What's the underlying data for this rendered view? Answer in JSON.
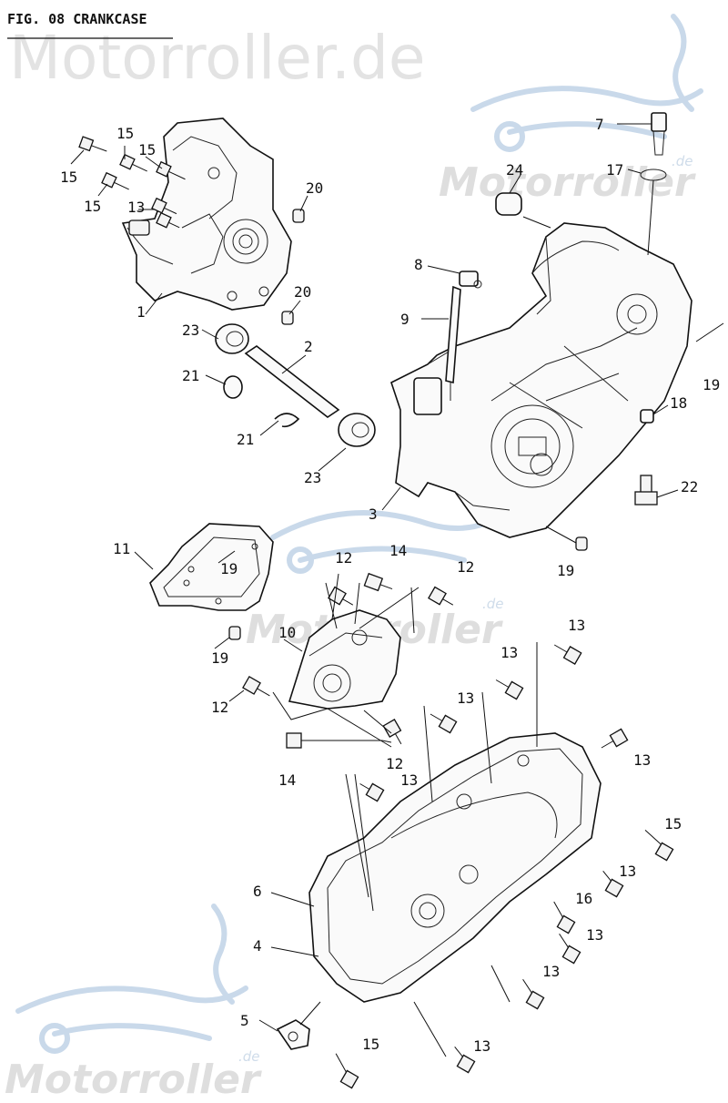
{
  "title": "FIG. 08 CRANKCASE",
  "watermark": {
    "main": "Motorroller.de",
    "brand": "Motorroller",
    "suffix": ".de"
  },
  "callouts": [
    "1",
    "2",
    "3",
    "4",
    "5",
    "6",
    "7",
    "8",
    "9",
    "10",
    "11",
    "12",
    "13",
    "14",
    "15",
    "16",
    "17",
    "18",
    "19",
    "20",
    "21",
    "22",
    "23",
    "24"
  ],
  "colors": {
    "ink": "#111111",
    "watermark_text": "#e3e3e3",
    "watermark_logo": "#c9d9ea"
  }
}
